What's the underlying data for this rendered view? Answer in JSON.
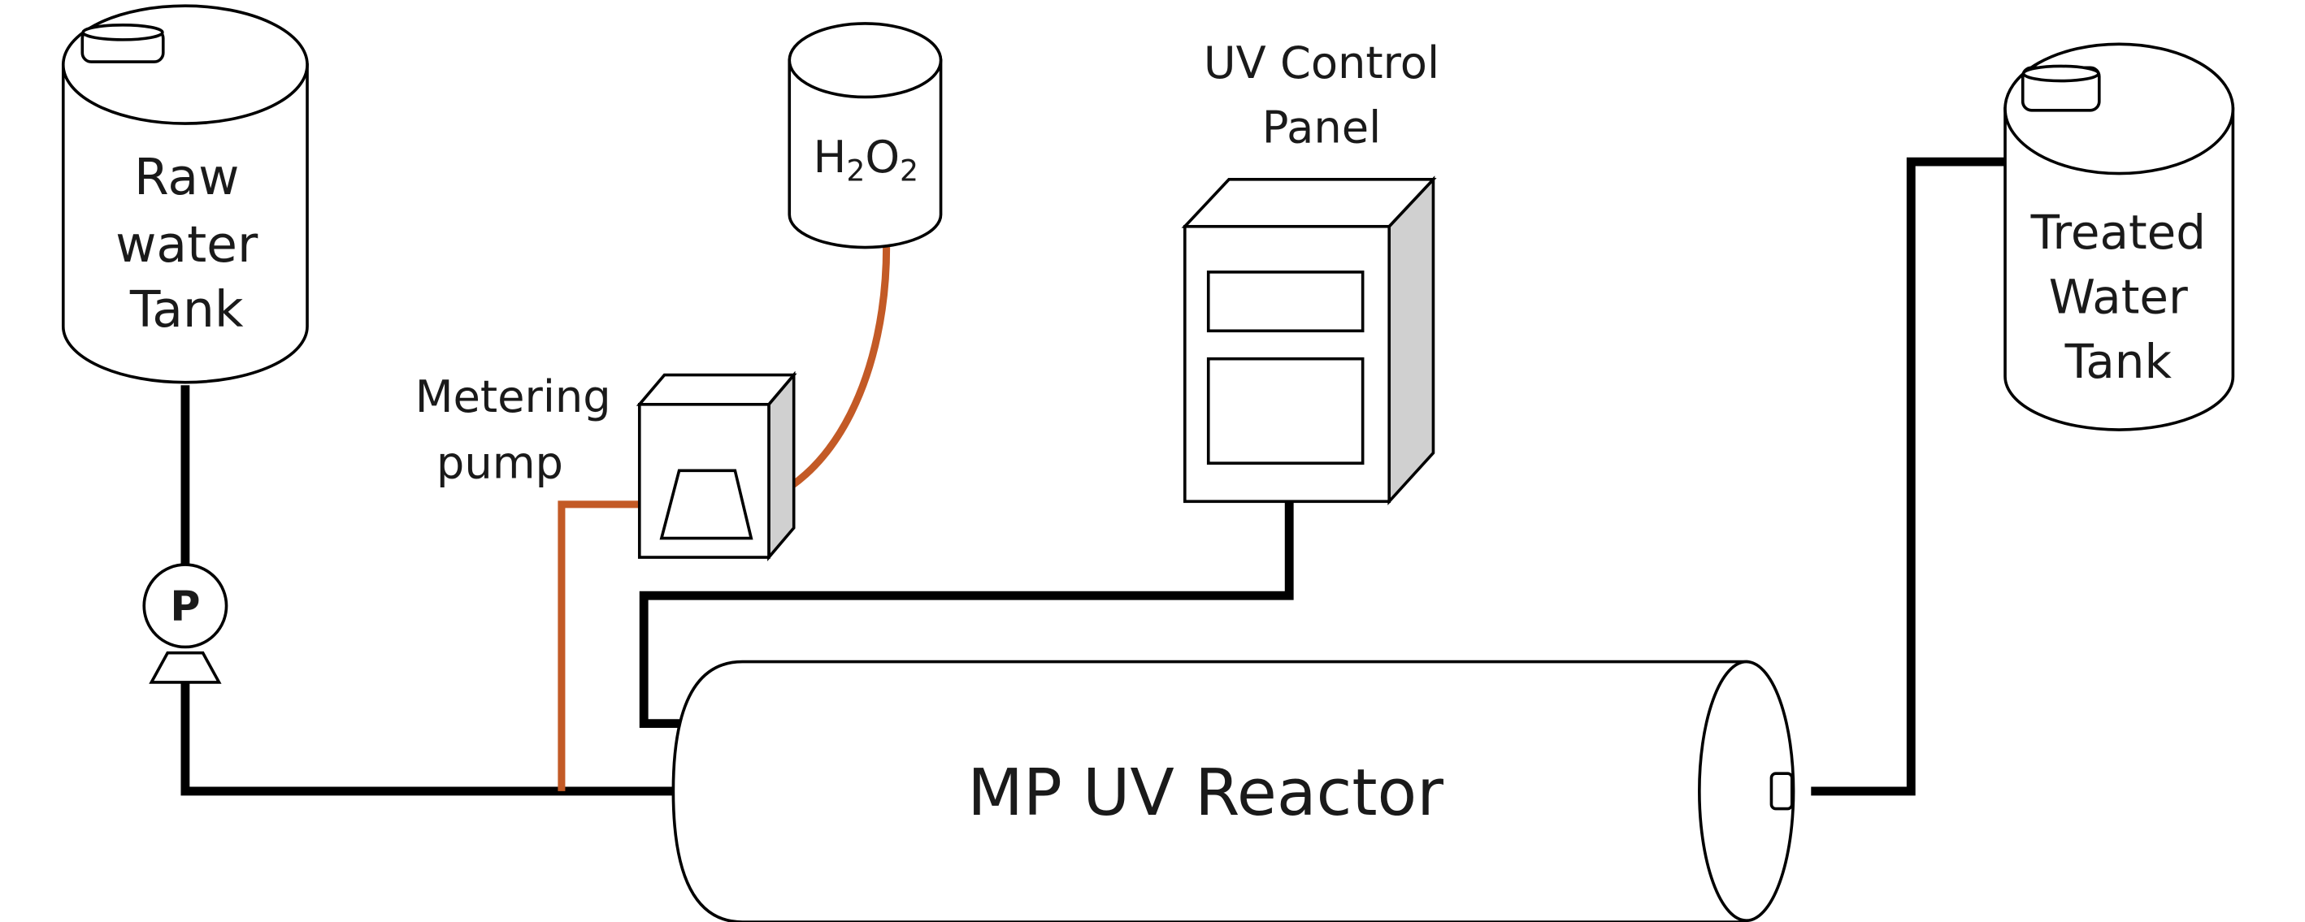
{
  "raw_tank": {
    "lines": [
      "Raw",
      "water",
      "Tank"
    ]
  },
  "chemical_tank": {
    "formula_parts": [
      "H",
      "2",
      "O",
      "2"
    ]
  },
  "metering_pump": {
    "lines": [
      "Metering",
      "pump"
    ]
  },
  "control_panel": {
    "lines": [
      "UV Control",
      "Panel"
    ]
  },
  "treated_tank": {
    "lines": [
      "Treated",
      "Water",
      "Tank"
    ]
  },
  "reactor": {
    "label": "MP UV Reactor"
  },
  "feed_pump": {
    "symbol": "P"
  },
  "colors": {
    "water_line": "#000000",
    "chemical_line": "#C35A26",
    "shading": "#D0D0D0"
  }
}
